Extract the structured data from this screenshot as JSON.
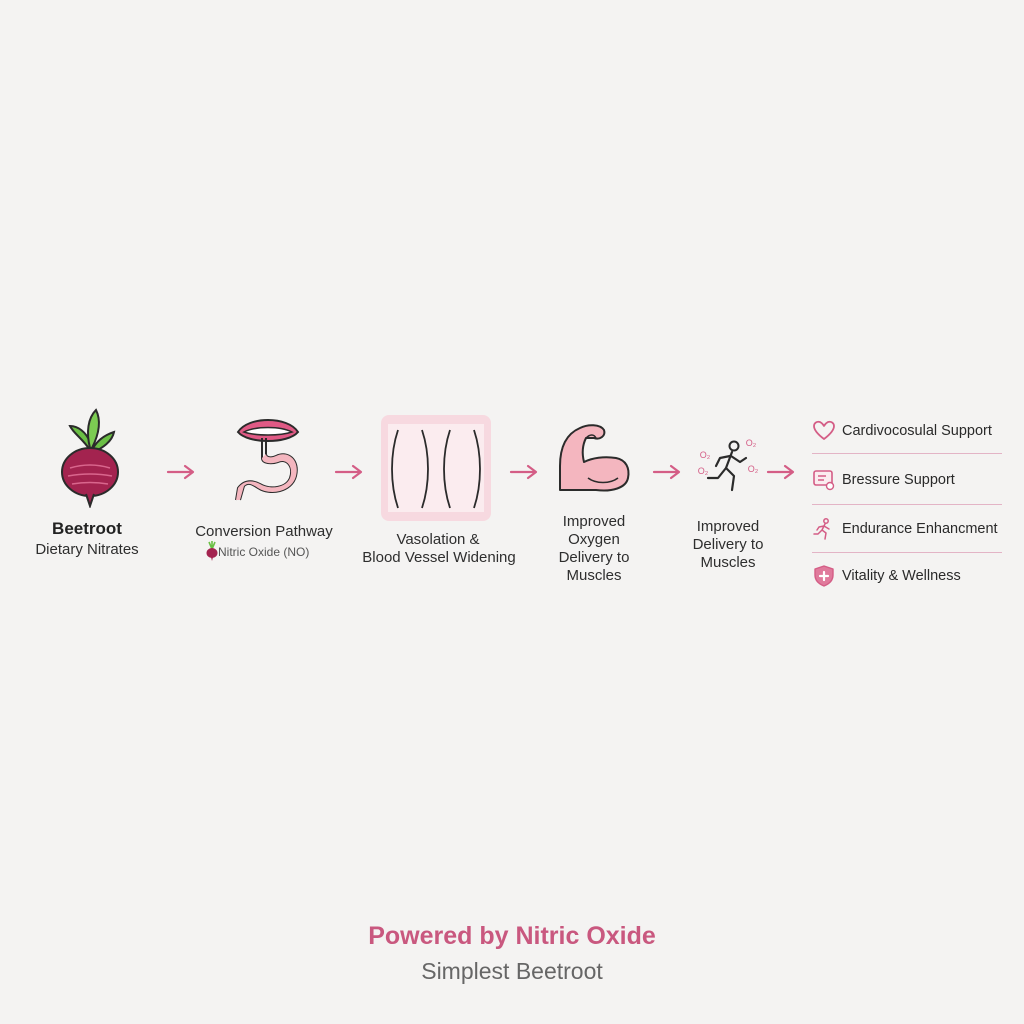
{
  "steps": {
    "beetroot": {
      "title": "Beetroot",
      "subtitle": "Dietary Nitrates"
    },
    "conversion": {
      "title": "Conversion Pathway",
      "subtitle": "Nitric Oxide (NO)"
    },
    "vasolation": {
      "line1": "Vasolation &",
      "line2": "Blood Vessel Widening"
    },
    "oxygen": {
      "line1": "Improved",
      "line2": "Oxygen",
      "line3": "Delivery to",
      "line4": "Muscles"
    },
    "delivery": {
      "line1": "Improved",
      "line2": "Delivery to",
      "line3": "Muscles",
      "o2_label": "O₂"
    }
  },
  "benefits": [
    {
      "label": "Cardivocosulal Support",
      "icon": "heart-icon"
    },
    {
      "label": "Bressure Support",
      "icon": "monitor-icon"
    },
    {
      "label": "Endurance Enhancment",
      "icon": "runner-icon"
    },
    {
      "label": "Vitality & Wellness",
      "icon": "shield-plus-icon"
    }
  ],
  "footer": {
    "title": "Powered by Nitric Oxide",
    "subtitle": "Simplest Beetroot"
  },
  "colors": {
    "accent": "#d45d86",
    "beet": "#a3234f",
    "leaf": "#6bbf45",
    "pink_light": "#f4b6bf",
    "background": "#f4f3f2"
  }
}
